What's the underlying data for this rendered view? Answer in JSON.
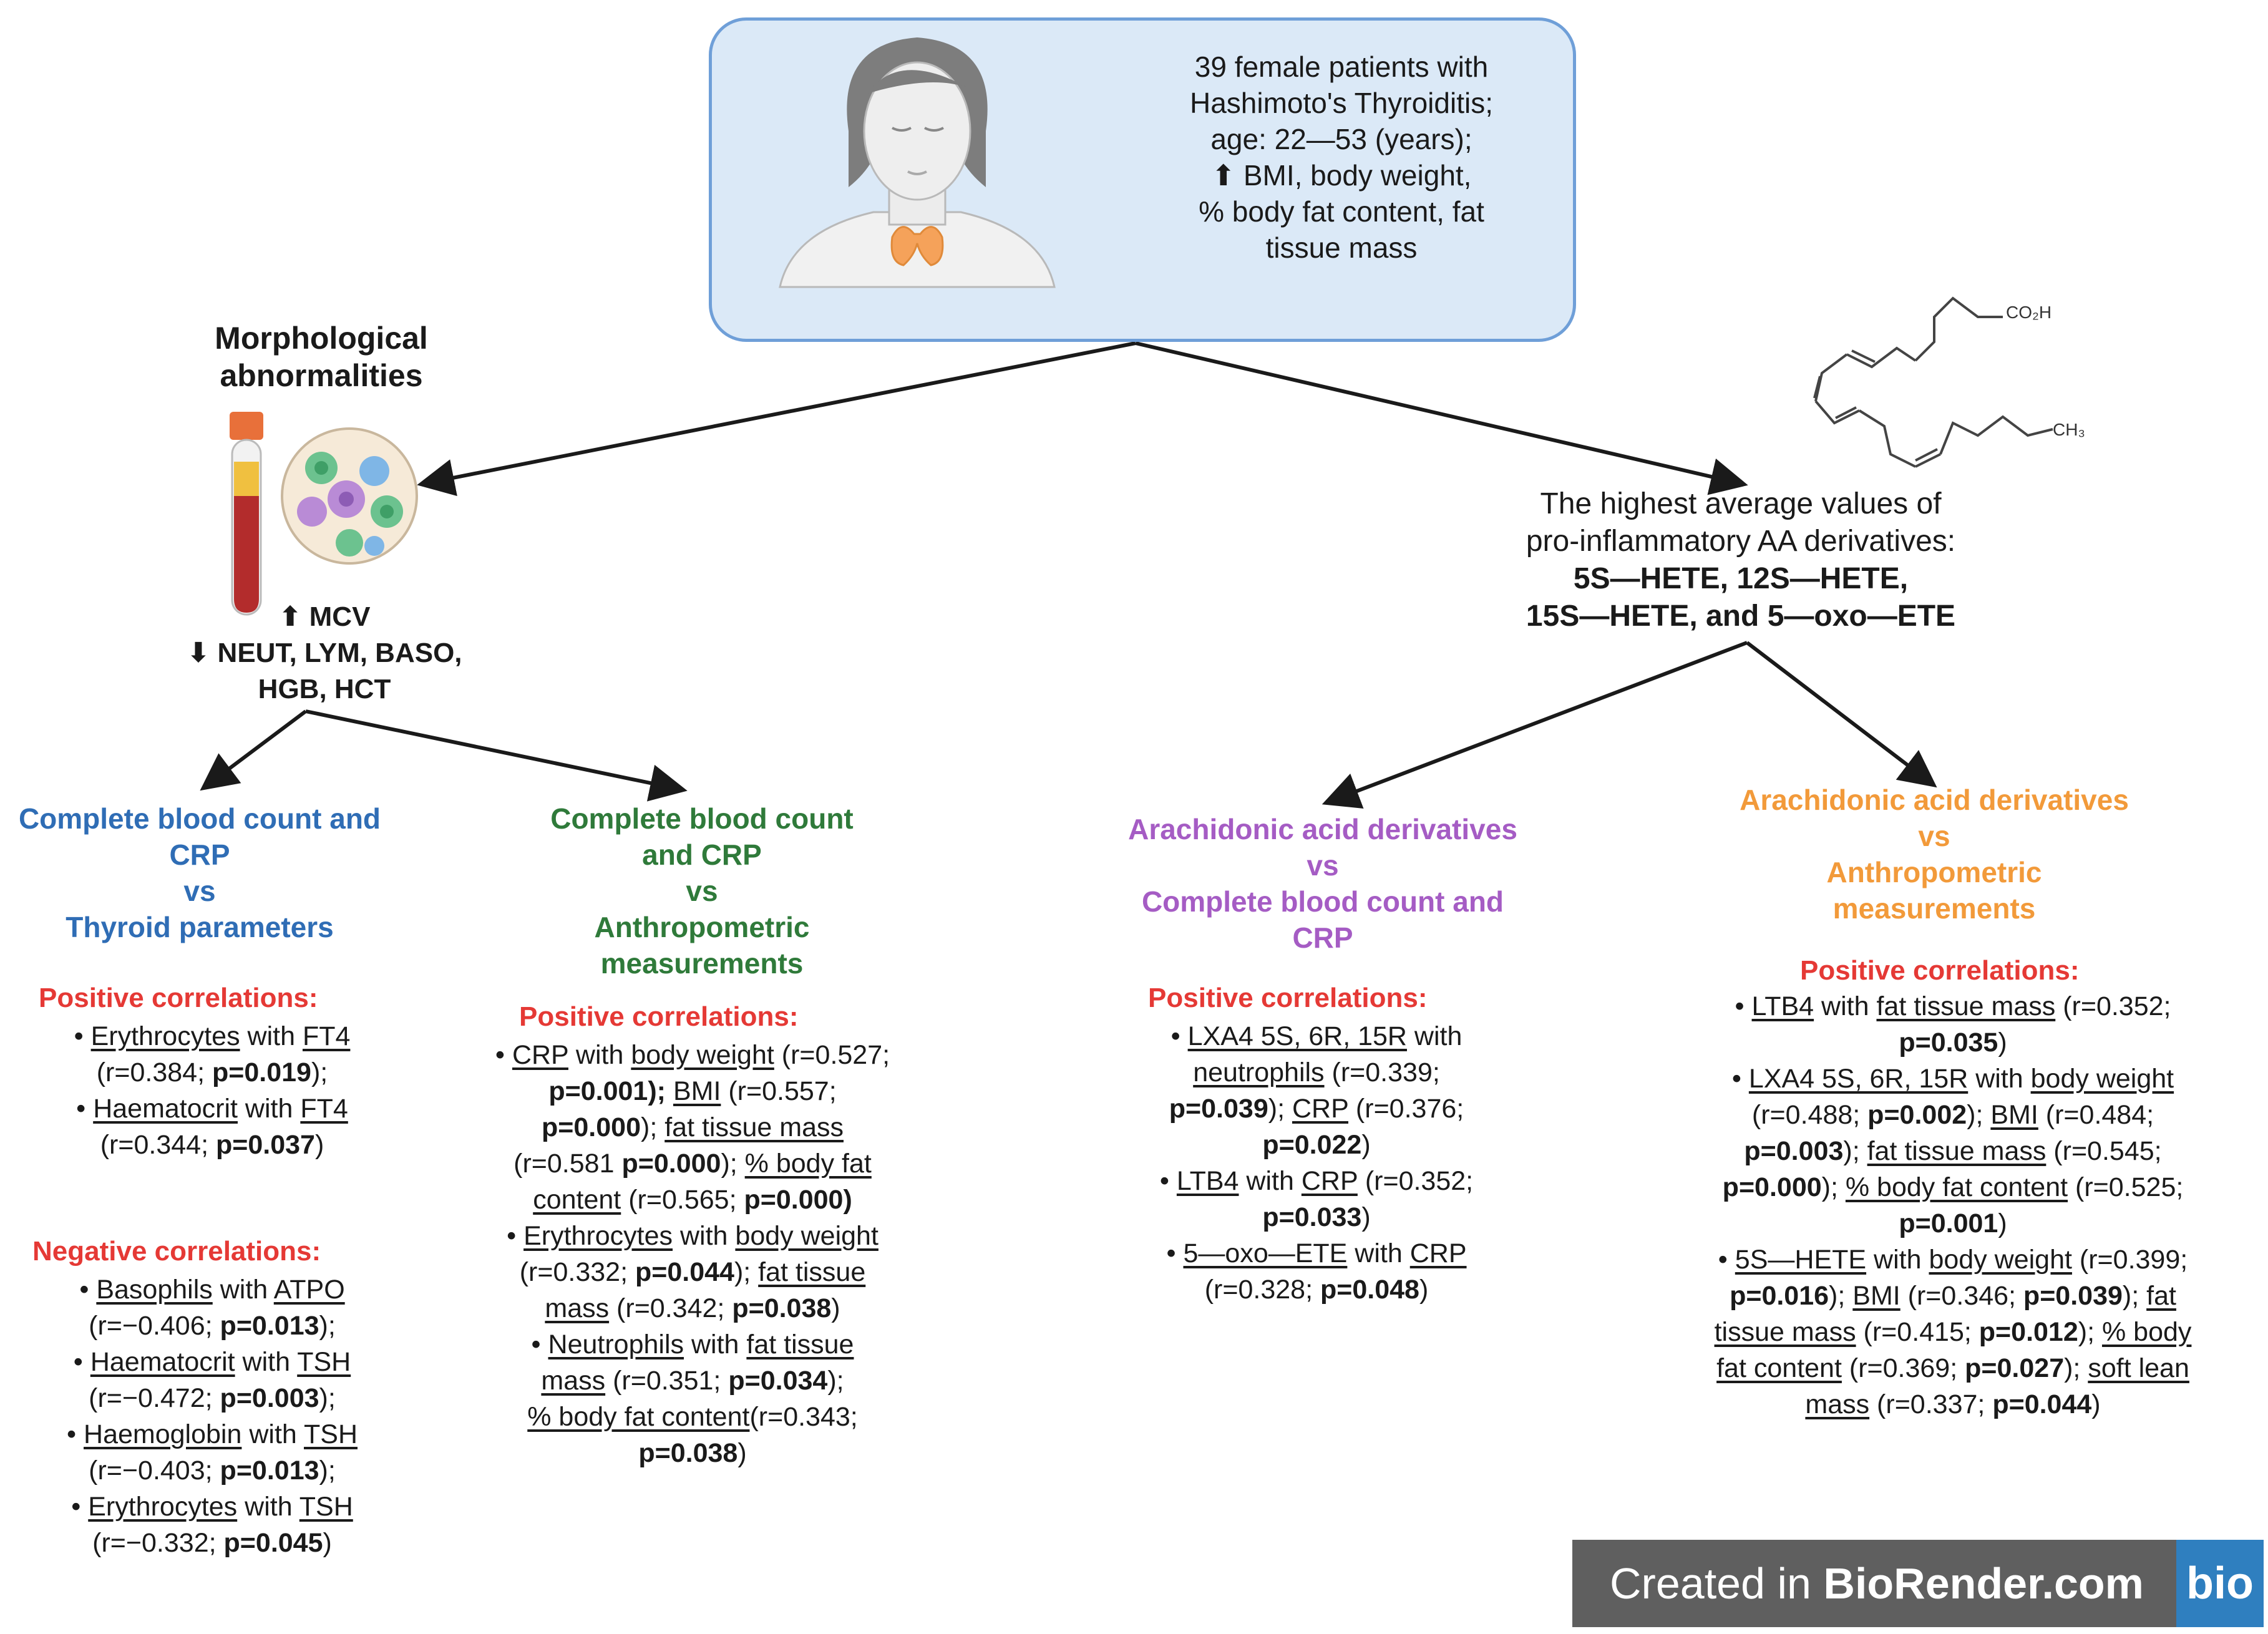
{
  "patient": {
    "lines": [
      "39 female patients with",
      "Hashimoto's Thyroiditis;",
      "age: 22—53 (years);",
      "⬆ BMI, body weight,",
      "% body fat content, fat",
      "tissue mass"
    ]
  },
  "morphology": {
    "title_lines": [
      "Morphological",
      "abnormalities"
    ],
    "labels": [
      "⬆ MCV",
      "⬇ NEUT, LYM, BASO,",
      "HGB, HCT"
    ]
  },
  "aa": {
    "molecule_labels": {
      "acid": "CO₂H",
      "methyl": "CH₃"
    },
    "lines": [
      "The highest average values of",
      "pro-inflammatory AA derivatives:"
    ],
    "bold_lines": [
      "5S—HETE, 12S—HETE,",
      "15S—HETE, and 5—oxo—ETE"
    ]
  },
  "sections": {
    "s1": {
      "title_lines": [
        "Complete blood count and",
        "CRP",
        "vs",
        "Thyroid parameters"
      ],
      "positive_head": "Positive correlations:",
      "positive": [
        {
          "a": "Erythrocytes",
          "mid": " with ",
          "b": "FT4",
          "line2": "(r=0.384; ",
          "p": "p=0.019",
          "tail": ");"
        },
        {
          "a": "Haematocrit",
          "mid": " with ",
          "b": "FT4",
          "line2": "(r=0.344; ",
          "p": "p=0.037",
          "tail": ")"
        }
      ],
      "negative_head": "Negative correlations:",
      "negative": [
        {
          "a": "Basophils",
          "mid": " with ",
          "b": "ATPO",
          "line2": "(r=−0.406; ",
          "p": "p=0.013",
          "tail": ");"
        },
        {
          "a": "Haematocrit",
          "mid": " with ",
          "b": "TSH",
          "line2": "(r=−0.472; ",
          "p": "p=0.003",
          "tail": ");"
        },
        {
          "a": "Haemoglobin",
          "mid": " with ",
          "b": "TSH",
          "line2": "(r=−0.403; ",
          "p": "p=0.013",
          "tail": ");"
        },
        {
          "a": "Erythrocytes",
          "mid": " with ",
          "b": "TSH",
          "line2": "(r=−0.332; ",
          "p": "p=0.045",
          "tail": ")"
        }
      ]
    },
    "s2": {
      "title_lines": [
        "Complete blood count",
        "and CRP",
        "vs",
        "Anthropometric",
        "measurements"
      ],
      "positive_head": "Positive correlations:",
      "lines": [
        [
          {
            "t": "•  ",
            "c": ""
          },
          {
            "t": "CRP",
            "c": "u"
          },
          {
            "t": " with ",
            "c": ""
          },
          {
            "t": "body weight",
            "c": "u"
          },
          {
            "t": " (r=0.527;",
            "c": ""
          }
        ],
        [
          {
            "t": "p=0.001",
            "c": "bold"
          },
          {
            "t": "); ",
            "c": "bold"
          },
          {
            "t": "BMI",
            "c": "u"
          },
          {
            "t": " (r=0.557;",
            "c": ""
          }
        ],
        [
          {
            "t": "p=0.000",
            "c": "bold"
          },
          {
            "t": "); ",
            "c": ""
          },
          {
            "t": "fat tissue mass",
            "c": "u"
          }
        ],
        [
          {
            "t": "(r=0.581 ",
            "c": ""
          },
          {
            "t": "p=0.000",
            "c": "bold"
          },
          {
            "t": "); ",
            "c": ""
          },
          {
            "t": "% body fat",
            "c": "u"
          }
        ],
        [
          {
            "t": "content",
            "c": "u"
          },
          {
            "t": " (r=0.565; ",
            "c": ""
          },
          {
            "t": "p=0.000)",
            "c": "bold"
          }
        ],
        [
          {
            "t": "•  ",
            "c": ""
          },
          {
            "t": "Erythrocytes",
            "c": "u"
          },
          {
            "t": " with ",
            "c": ""
          },
          {
            "t": "body weight",
            "c": "u"
          }
        ],
        [
          {
            "t": "(r=0.332; ",
            "c": ""
          },
          {
            "t": "p=0.044",
            "c": "bold"
          },
          {
            "t": "); ",
            "c": ""
          },
          {
            "t": "fat tissue",
            "c": "u"
          }
        ],
        [
          {
            "t": "mass",
            "c": "u"
          },
          {
            "t": " (r=0.342; ",
            "c": ""
          },
          {
            "t": "p=0.038",
            "c": "bold"
          },
          {
            "t": ")",
            "c": ""
          }
        ],
        [
          {
            "t": "•  ",
            "c": ""
          },
          {
            "t": "Neutrophils",
            "c": "u"
          },
          {
            "t": " with ",
            "c": ""
          },
          {
            "t": "fat tissue",
            "c": "u"
          }
        ],
        [
          {
            "t": "mass",
            "c": "u"
          },
          {
            "t": " (r=0.351; ",
            "c": ""
          },
          {
            "t": "p=0.034",
            "c": "bold"
          },
          {
            "t": ");",
            "c": ""
          }
        ],
        [
          {
            "t": "% body fat content",
            "c": "u"
          },
          {
            "t": "(r=0.343;",
            "c": ""
          }
        ],
        [
          {
            "t": "p=0.038",
            "c": "bold"
          },
          {
            "t": ")",
            "c": ""
          }
        ]
      ]
    },
    "s3": {
      "title_lines": [
        "Arachidonic acid derivatives",
        "vs",
        "Complete blood count and",
        "CRP"
      ],
      "positive_head": "Positive correlations:",
      "lines": [
        [
          {
            "t": "•  ",
            "c": ""
          },
          {
            "t": "LXA4 5S, 6R, 15R",
            "c": "u"
          },
          {
            "t": " with",
            "c": ""
          }
        ],
        [
          {
            "t": "neutrophils",
            "c": "u"
          },
          {
            "t": " (r=0.339;",
            "c": ""
          }
        ],
        [
          {
            "t": "p=0.039",
            "c": "bold"
          },
          {
            "t": "); ",
            "c": ""
          },
          {
            "t": "CRP",
            "c": "u"
          },
          {
            "t": " (r=0.376;",
            "c": ""
          }
        ],
        [
          {
            "t": "p=0.022",
            "c": "bold"
          },
          {
            "t": ")",
            "c": ""
          }
        ],
        [
          {
            "t": "•  ",
            "c": ""
          },
          {
            "t": "LTB4",
            "c": "u"
          },
          {
            "t": " with ",
            "c": ""
          },
          {
            "t": "CRP",
            "c": "u"
          },
          {
            "t": " (r=0.352;",
            "c": ""
          }
        ],
        [
          {
            "t": "p=0.033",
            "c": "bold"
          },
          {
            "t": ")",
            "c": ""
          }
        ],
        [
          {
            "t": "•  ",
            "c": ""
          },
          {
            "t": "5—oxo—ETE",
            "c": "u"
          },
          {
            "t": " with ",
            "c": ""
          },
          {
            "t": "CRP",
            "c": "u"
          }
        ],
        [
          {
            "t": "(r=0.328; ",
            "c": ""
          },
          {
            "t": "p=0.048",
            "c": "bold"
          },
          {
            "t": ")",
            "c": ""
          }
        ]
      ]
    },
    "s4": {
      "title_lines": [
        "Arachidonic acid derivatives",
        "vs",
        "Anthropometric",
        "measurements"
      ],
      "positive_head": "Positive correlations:",
      "lines": [
        [
          {
            "t": "•  ",
            "c": ""
          },
          {
            "t": "LTB4",
            "c": "u"
          },
          {
            "t": " with ",
            "c": ""
          },
          {
            "t": "fat tissue mass",
            "c": "u"
          },
          {
            "t": " (r=0.352;",
            "c": ""
          }
        ],
        [
          {
            "t": "p=0.035",
            "c": "bold"
          },
          {
            "t": ")",
            "c": ""
          }
        ],
        [
          {
            "t": "•  ",
            "c": ""
          },
          {
            "t": "LXA4 5S, 6R, 15R",
            "c": "u"
          },
          {
            "t": " with ",
            "c": ""
          },
          {
            "t": "body weight",
            "c": "u"
          }
        ],
        [
          {
            "t": "(r=0.488; ",
            "c": ""
          },
          {
            "t": "p=0.002",
            "c": "bold"
          },
          {
            "t": "); ",
            "c": ""
          },
          {
            "t": "BMI",
            "c": "u"
          },
          {
            "t": " (r=0.484;",
            "c": ""
          }
        ],
        [
          {
            "t": "p=0.003",
            "c": "bold"
          },
          {
            "t": "); ",
            "c": ""
          },
          {
            "t": "fat tissue mass",
            "c": "u"
          },
          {
            "t": " (r=0.545;",
            "c": ""
          }
        ],
        [
          {
            "t": "p=0.000",
            "c": "bold"
          },
          {
            "t": "); ",
            "c": ""
          },
          {
            "t": "% body fat content",
            "c": "u"
          },
          {
            "t": " (r=0.525;",
            "c": ""
          }
        ],
        [
          {
            "t": "p=0.001",
            "c": "bold"
          },
          {
            "t": ")",
            "c": ""
          }
        ],
        [
          {
            "t": "•  ",
            "c": ""
          },
          {
            "t": "5S—HETE",
            "c": "u"
          },
          {
            "t": " with ",
            "c": ""
          },
          {
            "t": "body weight",
            "c": "u"
          },
          {
            "t": " (r=0.399;",
            "c": ""
          }
        ],
        [
          {
            "t": "p=0.016",
            "c": "bold"
          },
          {
            "t": "); ",
            "c": ""
          },
          {
            "t": "BMI",
            "c": "u"
          },
          {
            "t": " (r=0.346; ",
            "c": ""
          },
          {
            "t": "p=0.039",
            "c": "bold"
          },
          {
            "t": "); ",
            "c": ""
          },
          {
            "t": "fat",
            "c": "u"
          }
        ],
        [
          {
            "t": "tissue mass",
            "c": "u"
          },
          {
            "t": " (r=0.415; ",
            "c": ""
          },
          {
            "t": "p=0.012",
            "c": "bold"
          },
          {
            "t": "); ",
            "c": ""
          },
          {
            "t": "% body",
            "c": "u"
          }
        ],
        [
          {
            "t": "fat content",
            "c": "u"
          },
          {
            "t": " (r=0.369; ",
            "c": ""
          },
          {
            "t": "p=0.027",
            "c": "bold"
          },
          {
            "t": "); ",
            "c": ""
          },
          {
            "t": "soft lean",
            "c": "u"
          }
        ],
        [
          {
            "t": "mass",
            "c": "u"
          },
          {
            "t": " (r=0.337; ",
            "c": ""
          },
          {
            "t": "p=0.044",
            "c": "bold"
          },
          {
            "t": ")",
            "c": ""
          }
        ]
      ]
    }
  },
  "badge": {
    "prefix": "Created in ",
    "brand": "BioRender.com",
    "logo": "bio"
  },
  "colors": {
    "blue_title": "#2f6db5",
    "green_title": "#2f7a3a",
    "purple_title": "#a55cc4",
    "orange_title": "#f29a3a",
    "red_head": "#e53935",
    "box_fill": "#dbe9f7",
    "box_border": "#6f9fd8"
  }
}
